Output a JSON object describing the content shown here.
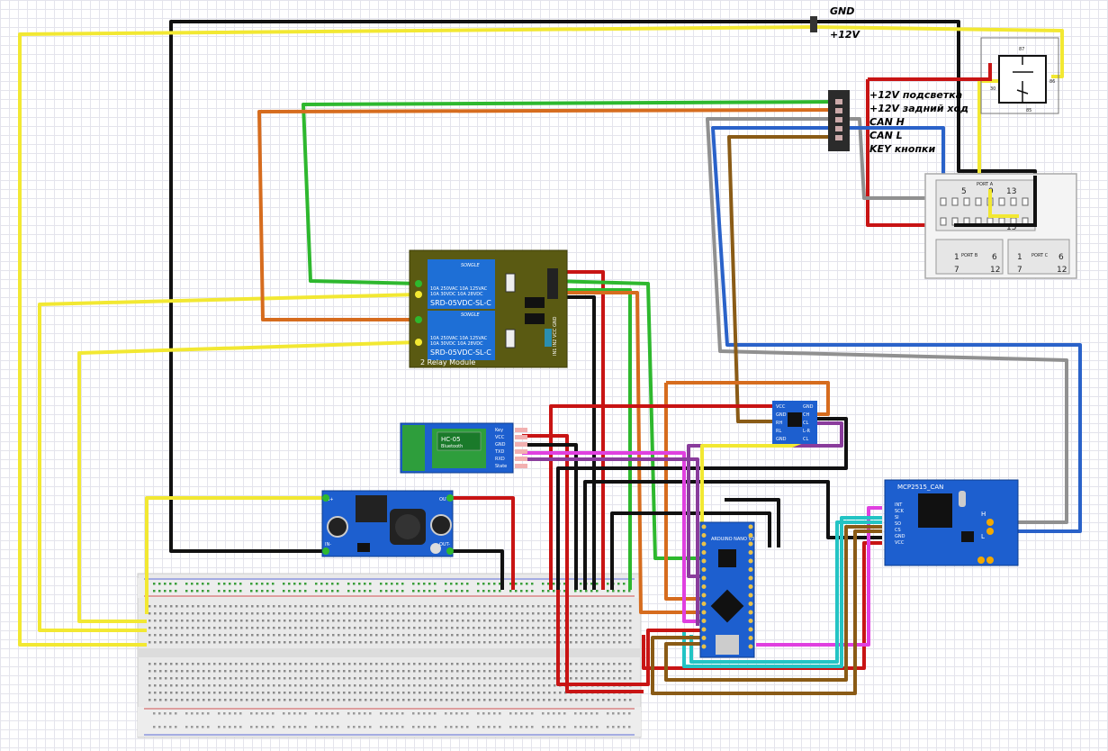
{
  "labels": {
    "gnd": "GND",
    "plus12": "+12V",
    "conn_pin1": "+12V подсветка",
    "conn_pin2": "+12V задний ход",
    "conn_pin3": "CAN H",
    "conn_pin4": "CAN L",
    "conn_pin5": "KEY кнопки"
  },
  "relay_module": {
    "brand": "SONGLE",
    "model": "SRD-05VDC-SL-C",
    "rating1": "10A 250VAC  10A 125VAC",
    "rating2": "10A  30VDC  10A  28VDC",
    "title": "2 Relay Module",
    "pins": "IN1 IN2 VCC GND"
  },
  "hc05": {
    "name": "HC-05",
    "sub": "Bluetooth",
    "pins": [
      "Key",
      "VCC",
      "GND",
      "TXD",
      "RXD",
      "State"
    ]
  },
  "mcp2515": {
    "name": "MCP2515_CAN",
    "pins": [
      "INT",
      "SCK",
      "SI",
      "SO",
      "CS",
      "GND",
      "VCC"
    ],
    "h": "H",
    "l": "L"
  },
  "level_shifter": {
    "pins_left": [
      "VCC",
      "GND",
      "RH",
      "RL",
      "GND"
    ],
    "pins_right": [
      "GND",
      "CH",
      "CL",
      "L-R",
      "CL"
    ]
  },
  "buck": {
    "in_plus": "IN+",
    "in_minus": "IN-",
    "out_plus": "OUT+",
    "out_minus": "OUT-"
  },
  "arduino": {
    "name": "ARDUINO NANO V3.0"
  },
  "radio_connector": {
    "port_a": "PORT A",
    "port_b": "PORT B",
    "port_c": "PORT C",
    "pins_a": [
      "5",
      "9",
      "13",
      "15"
    ],
    "pins_b": [
      "1",
      "6",
      "7",
      "12"
    ],
    "pins_c": [
      "1",
      "6",
      "7",
      "12"
    ]
  },
  "wire_colors": {
    "black": "#111111",
    "yellow": "#f2e832",
    "red": "#c81414",
    "green": "#2eb82e",
    "orange": "#d66c1e",
    "blue": "#2a62c9",
    "gray": "#909090",
    "brown": "#8a5b16",
    "magenta": "#e040e0",
    "purple": "#8a3c9c",
    "cyan": "#23c4c4",
    "dark_green": "#1a6b1a"
  }
}
